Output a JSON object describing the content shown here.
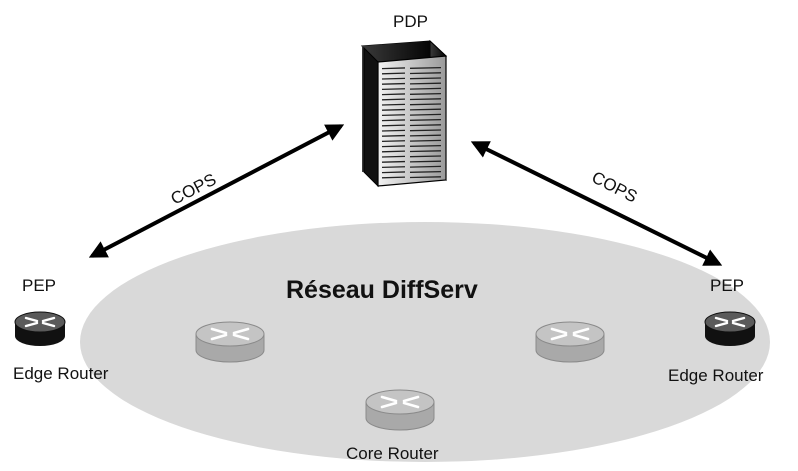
{
  "network": {
    "title": "Réseau DiffServ",
    "fill_color": "#d9d9d9"
  },
  "server": {
    "label": "PDP"
  },
  "links": {
    "left_label": "COPS",
    "right_label": "COPS"
  },
  "edge_left": {
    "role": "PEP",
    "label": "Edge Router",
    "icon": "router-icon-dark"
  },
  "edge_right": {
    "role": "PEP",
    "label": "Edge Router",
    "icon": "router-icon-dark"
  },
  "core": {
    "label": "Core Router",
    "icon": "router-icon-light"
  }
}
